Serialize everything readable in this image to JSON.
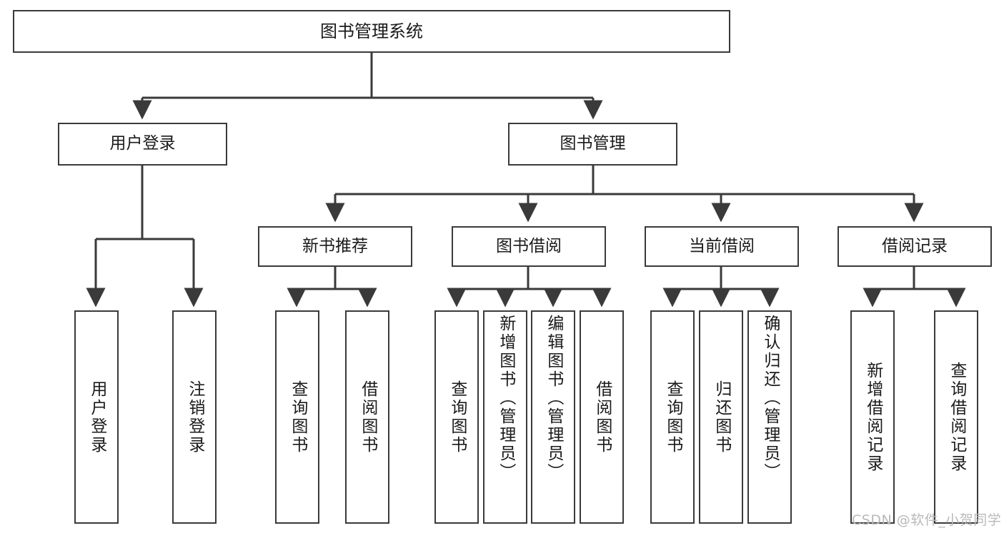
{
  "diagram": {
    "title": "图书管理系统",
    "root": {
      "label": "图书管理系统"
    },
    "level1": [
      {
        "label": "用户登录"
      },
      {
        "label": "图书管理"
      }
    ],
    "level2": [
      {
        "label": "新书推荐"
      },
      {
        "label": "图书借阅"
      },
      {
        "label": "当前借阅"
      },
      {
        "label": "借阅记录"
      }
    ],
    "leaves": {
      "user_login": [
        {
          "label": "用户登录"
        },
        {
          "label": "注销登录"
        }
      ],
      "new_book": [
        {
          "label": "查询图书"
        },
        {
          "label": "借阅图书"
        }
      ],
      "book_borrow": [
        {
          "label": "查询图书"
        },
        {
          "label": "新增图书（管理员）"
        },
        {
          "label": "编辑图书（管理员）"
        },
        {
          "label": "借阅图书"
        }
      ],
      "current_borrow": [
        {
          "label": "查询图书"
        },
        {
          "label": "归还图书"
        },
        {
          "label": "确认归还（管理员）"
        }
      ],
      "borrow_record": [
        {
          "label": "新增借阅记录"
        },
        {
          "label": "查询借阅记录"
        }
      ]
    }
  },
  "watermark": {
    "text": "CSDN @软件_小贺同学"
  },
  "colors": {
    "stroke": "#3a3a3a",
    "text": "#1a1a1a",
    "background": "#ffffff",
    "watermark": "#b9b9b9"
  }
}
